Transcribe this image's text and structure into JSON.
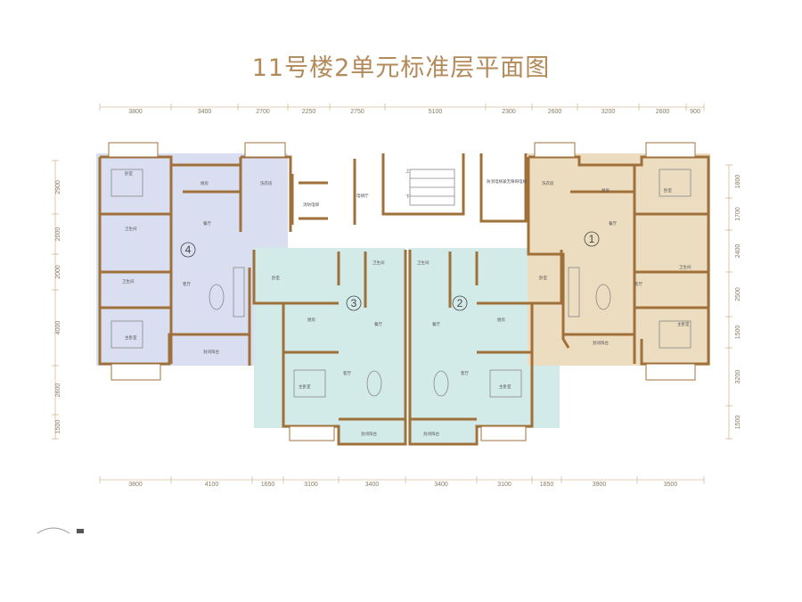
{
  "title": "11号楼2单元标准层平面图",
  "dimensions": {
    "top": [
      "3800",
      "3400",
      "2700",
      "2250",
      "2750",
      "5100",
      "2300",
      "2600",
      "3200",
      "2600",
      "900"
    ],
    "bottom": [
      "3800",
      "4100",
      "1650",
      "3100",
      "3400",
      "3400",
      "3100",
      "1650",
      "3900",
      "3500"
    ],
    "left": [
      "2900",
      "2000",
      "2000",
      "4000",
      "2600",
      "1500"
    ],
    "right": [
      "1800",
      "1700",
      "2400",
      "2500",
      "1500",
      "3200",
      "1500"
    ]
  },
  "units": [
    {
      "number": "4",
      "color": "#d9dff0"
    },
    {
      "number": "3",
      "color": "#d3ebe8"
    },
    {
      "number": "2",
      "color": "#d3ebe8"
    },
    {
      "number": "1",
      "color": "#ecdcc0"
    }
  ],
  "rooms": {
    "u4": {
      "bedroom": "卧室",
      "kitchen": "厨房",
      "laundry": "洗衣房",
      "living": "餐厅",
      "hall": "客厅",
      "bath": "卫生间",
      "bath2": "卫生间",
      "master": "主卧室",
      "balcony": "封闭阳台"
    },
    "core": {
      "elevator": "消防电梯",
      "corridor": "电梯厅",
      "stair_up": "上",
      "stair_down": "下",
      "lift2": "防消电梯兼无障碍电梯"
    },
    "u3": {
      "bedroom": "卧室",
      "bath": "卫生间",
      "kitchen": "厨房",
      "dining": "餐厅",
      "living": "客厅",
      "master": "主卧室",
      "balcony": "封闭阳台"
    },
    "u2": {
      "bedroom": "卧室",
      "bath": "卫生间",
      "kitchen": "厨房",
      "dining": "餐厅",
      "living": "客厅",
      "master": "主卧室",
      "balcony": "封闭阳台"
    },
    "u1": {
      "laundry": "洗衣房",
      "kitchen": "厨房",
      "bedroom": "卧室",
      "dining": "餐厅",
      "bath": "卫生间",
      "hall": "客厅",
      "master": "主卧室",
      "balcony": "封闭阳台"
    }
  },
  "colors": {
    "title": "#b38a5a",
    "wall": "#a0703a",
    "dimension": "#c8a470"
  }
}
